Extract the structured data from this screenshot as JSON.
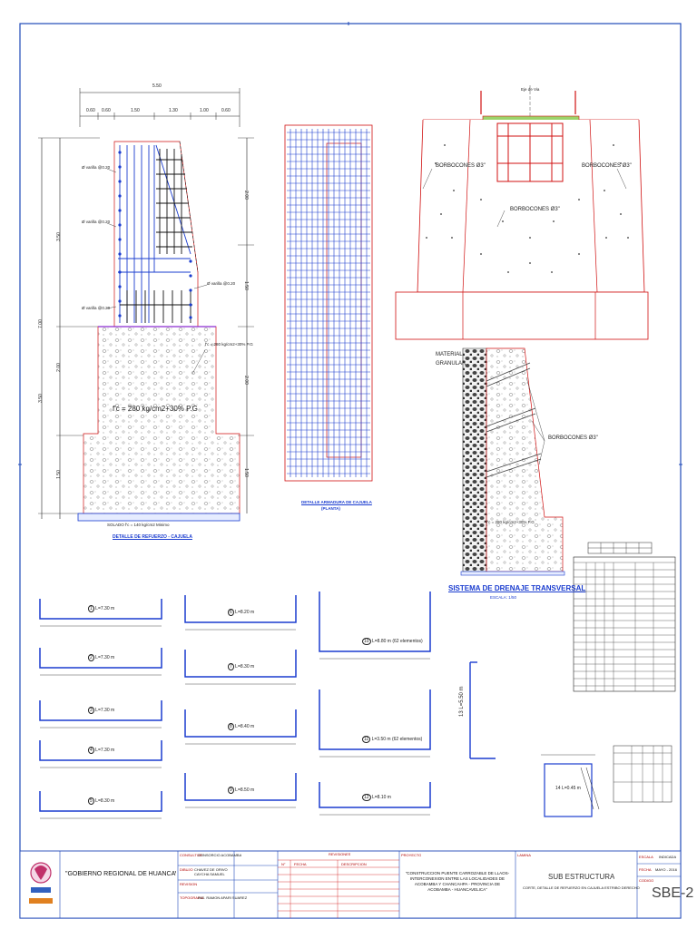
{
  "cajuela": {
    "title": "DETALLE DE REFUERZO - CAJUELA",
    "dims_top": [
      "5.50",
      "0.60",
      "0.60",
      "1.50",
      "1.30",
      "1.00",
      "0.60"
    ],
    "dims_left": [
      "3.50",
      "2.00",
      "1.50",
      "3.50",
      "7.00"
    ],
    "dims_right": [
      "2.00",
      "1.50",
      "2.00",
      "1.50"
    ],
    "fc_label": "f'c = 280 kg/cm2+30% P.G",
    "fc_small": "f'c = 280 kg/cm2+30% P.G",
    "solado": "SOLADO f'c = 140 kg/cm2 Minimo",
    "bar_notes": [
      "Ø varilla @0.20",
      "Ø varilla @0.20",
      "Ø varilla @0.20",
      "Ø varilla @0.20"
    ]
  },
  "armadura": {
    "title": "DETALLE ARMADURA DE CAJUELA",
    "subtitle": "(PLANTA)"
  },
  "elevation": {
    "eje": "Eje de Via",
    "borbocones_left": "BORBOCONES Ø3\"",
    "borbocones_right": "BORBOCONES Ø3\"",
    "borbocones_center": "BORBOCONES Ø3\""
  },
  "drenaje": {
    "material": "MATERIAL",
    "granular": "GRANULAR",
    "borbocones": "BORBOCONES Ø3\"",
    "fc": "f'c = 280 kg/cm2+30% P.G",
    "title": "SISTEMA DE DRENAJE TRANSVERSAL",
    "scale": "ESCALA: 1/50"
  },
  "bars_col1": [
    {
      "num": "1",
      "len": "L=7.30 m"
    },
    {
      "num": "2",
      "len": "L=7.30 m"
    },
    {
      "num": "3",
      "len": "L=7.30 m"
    },
    {
      "num": "4",
      "len": "L=7.30 m"
    },
    {
      "num": "5",
      "len": "L=8.30 m"
    }
  ],
  "bars_col2": [
    {
      "num": "6",
      "len": "L=8.20 m"
    },
    {
      "num": "7",
      "len": "L=8.30 m"
    },
    {
      "num": "8",
      "len": "L=8.40 m"
    },
    {
      "num": "9",
      "len": "L=8.50 m"
    }
  ],
  "bars_col3": [
    {
      "num": "10",
      "len": "L=8.80 m (62 elementos)"
    },
    {
      "num": "11",
      "len": "L=3.50 m (62 elementos)"
    },
    {
      "num": "12",
      "len": "L=8.10 m"
    }
  ],
  "bar_vertical": {
    "num": "13",
    "len": "L=5.50 m"
  },
  "stirrup": {
    "num": "14",
    "len": "L=0.45 m"
  },
  "title_block": {
    "org": "\"GOBIERNO REGIONAL DE HUANCAVELICA\"",
    "consultor_lbl": "CONSULTOR",
    "consultor": "CONSORCIO ACOBAMBA",
    "dibujo_lbl": "DIBUJO",
    "dibujo": "CHAVEZ DE ORIVO CAYCHA SAMUEL",
    "revision_lbl": "REVISION",
    "topografia_lbl": "TOPOGRAFIA",
    "topografia": "ING. RAMON APARI SUAREZ",
    "rev_title": "REVISIONES",
    "rev_cols": [
      "N°",
      "FECHA",
      "DESCRIPCION"
    ],
    "proyecto_lbl": "PROYECTO",
    "proyecto": "\"CONSTRUCCION PUENTE CARROZABLE DE LLAOS-INTERCONEXION ENTRE LAS LOCALIDADES DE ACOBAMBA Y CHANCAHPA - PROVINCIA DE ACOBAMBA - HUANCAVELICA\"",
    "lamina_lbl": "LAMINA",
    "lamina_title": "SUB ESTRUCTURA",
    "lamina_sub": "CORTE, DETALLE DE REFUERZO EN CAJUELA ESTRIBO DERECHO",
    "escala_lbl": "ESCALA",
    "escala": "INDICADA",
    "fecha_lbl": "FECHA",
    "fecha": "MAYO - 2016",
    "codigo_lbl": "CODIGO",
    "codigo": "SBE-2"
  },
  "colors": {
    "frame": "#1f49b8",
    "red": "#d01010",
    "blue": "#1a3ccf",
    "dark": "#202020"
  }
}
